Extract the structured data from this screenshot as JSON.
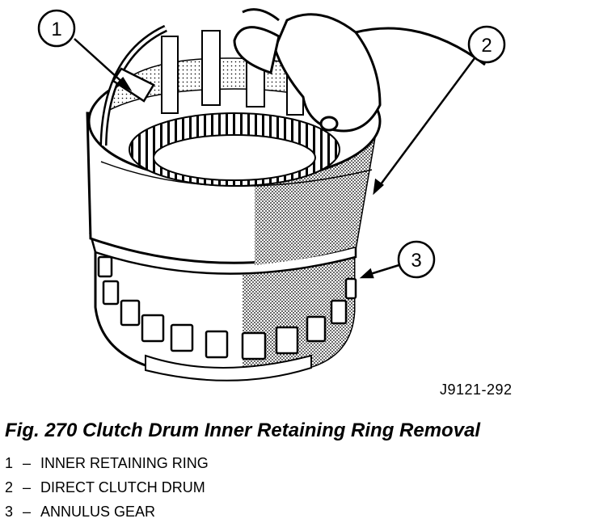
{
  "callouts": [
    {
      "number": "1"
    },
    {
      "number": "2"
    },
    {
      "number": "3"
    }
  ],
  "figure_code": "J9121-292",
  "caption": "Fig. 270 Clutch Drum Inner Retaining Ring Removal",
  "legend": [
    {
      "number": "1",
      "separator": "–",
      "text": "INNER RETAINING RING"
    },
    {
      "number": "2",
      "separator": "–",
      "text": "DIRECT CLUTCH DRUM"
    },
    {
      "number": "3",
      "separator": "–",
      "text": "ANNULUS GEAR"
    }
  ]
}
